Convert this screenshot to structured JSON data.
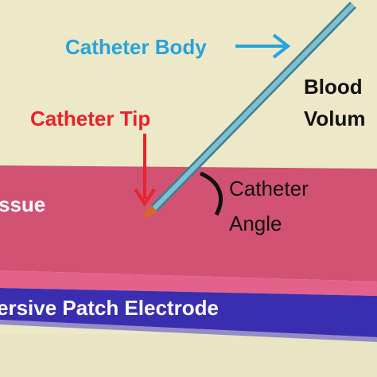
{
  "labels": {
    "catheter_body": "Catheter Body",
    "catheter_tip": "Catheter Tip",
    "blood_volume_line1": "Blood",
    "blood_volume_line2": "Volum",
    "catheter_angle_line1": "Catheter",
    "catheter_angle_line2": "Angle",
    "tissue": "ssue",
    "electrode": "ersive Patch Electrode"
  },
  "colors": {
    "background": "#ece8c8",
    "tissue": "#d05070",
    "tissue_lower": "#e0608a",
    "electrode": "#3b2fb0",
    "catheter": "#6aa7b8",
    "catheter_tip": "#d9662e",
    "body_label": "#27a3dc",
    "tip_label": "#e8232a",
    "text_dark": "#111111",
    "text_light": "#ffffff"
  }
}
